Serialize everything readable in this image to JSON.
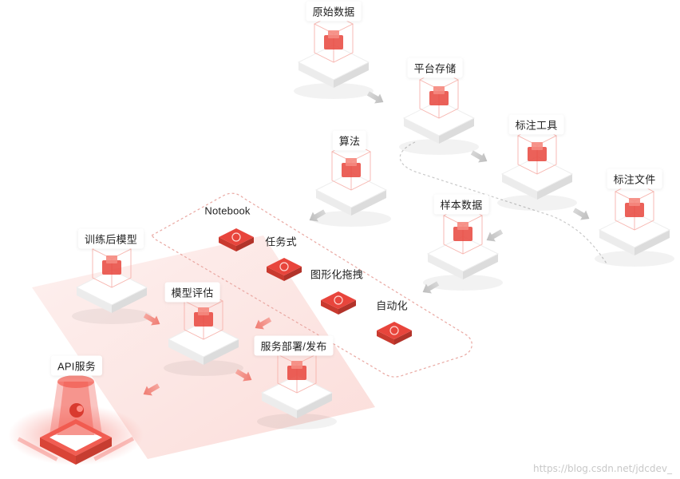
{
  "nodes": {
    "raw_data": "原始数据",
    "platform_storage": "平台存储",
    "labeling_tool": "标注工具",
    "label_files": "标注文件",
    "algorithm": "算法",
    "sample_data": "样本数据",
    "notebook": "Notebook",
    "task_mode": "任务式",
    "graphical_drag": "图形化拖拽",
    "automation": "自动化",
    "trained_model": "训练后模型",
    "model_eval": "模型评估",
    "service_deploy": "服务部署/发布",
    "api_service": "API服务"
  },
  "watermark": "https://blog.csdn.net/jdcdev_",
  "colors": {
    "accent": "#e8453c",
    "accent_light": "#f7b3ad",
    "platform_top": "#ffffff",
    "platform_side": "#e9e9e9",
    "dashed": "#e9a8a2",
    "band": "#fbe1de"
  }
}
